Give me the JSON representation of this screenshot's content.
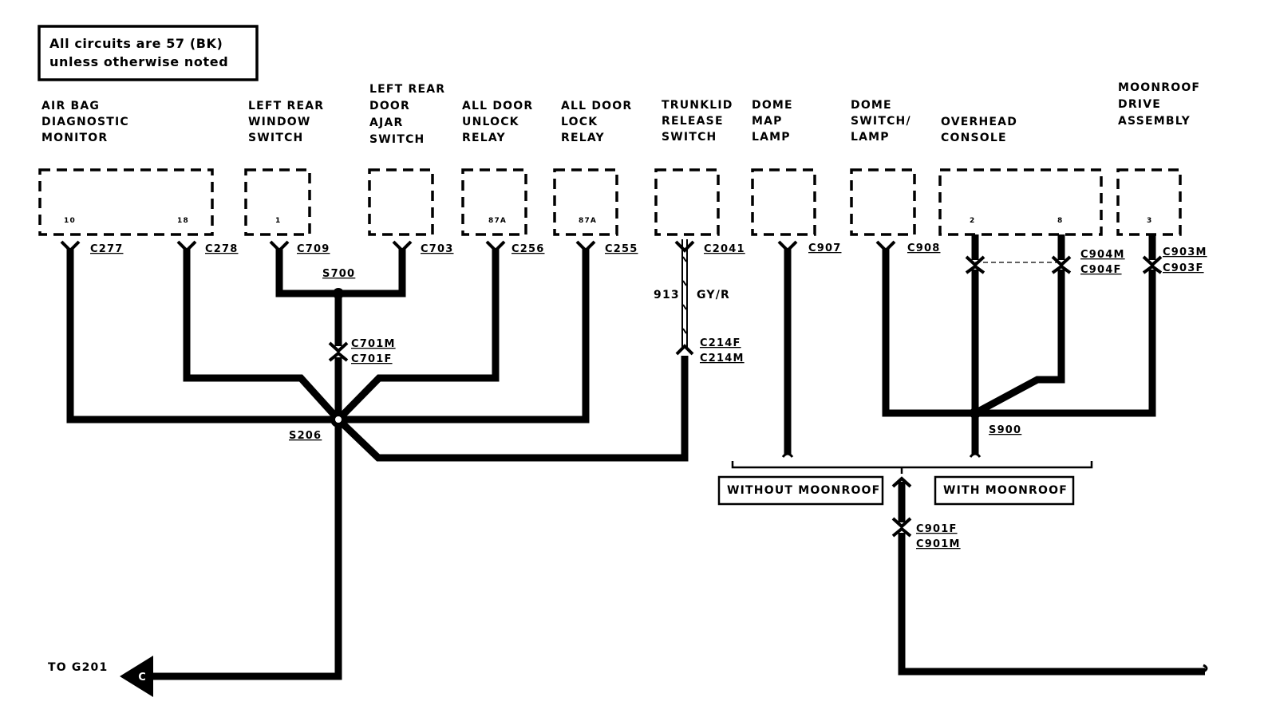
{
  "note": {
    "line1": "All circuits are 57 (BK)",
    "line2": "unless otherwise noted"
  },
  "components": [
    {
      "id": "airbag",
      "lines": [
        "AIR BAG",
        "DIAGNOSTIC",
        "MONITOR"
      ],
      "pins": [
        "10",
        "18"
      ],
      "connectors": [
        "C277",
        "C278"
      ]
    },
    {
      "id": "lr-window",
      "lines": [
        "LEFT REAR",
        "WINDOW",
        "SWITCH"
      ],
      "pins": [
        "1"
      ],
      "connectors": [
        "C709"
      ]
    },
    {
      "id": "lr-ajar",
      "lines": [
        "LEFT REAR",
        "DOOR",
        "AJAR",
        "SWITCH"
      ],
      "pins": [],
      "connectors": [
        "C703"
      ]
    },
    {
      "id": "unlock-relay",
      "lines": [
        "ALL DOOR",
        "UNLOCK",
        "RELAY"
      ],
      "pins": [
        "87A"
      ],
      "connectors": [
        "C256"
      ]
    },
    {
      "id": "lock-relay",
      "lines": [
        "ALL DOOR",
        "LOCK",
        "RELAY"
      ],
      "pins": [
        "87A"
      ],
      "connectors": [
        "C255"
      ]
    },
    {
      "id": "trunklid",
      "lines": [
        "TRUNKLID",
        "RELEASE",
        "SWITCH"
      ],
      "pins": [],
      "connectors": [
        "C2041"
      ]
    },
    {
      "id": "dome-map",
      "lines": [
        "DOME",
        "MAP",
        "LAMP"
      ],
      "pins": [],
      "connectors": [
        "C907"
      ]
    },
    {
      "id": "dome-switch",
      "lines": [
        "DOME",
        "SWITCH/",
        "LAMP"
      ],
      "pins": [],
      "connectors": [
        "C908"
      ]
    },
    {
      "id": "overhead",
      "lines": [
        "OVERHEAD",
        "CONSOLE"
      ],
      "pins": [
        "2",
        "8"
      ],
      "connectors": [
        "C904M",
        "C904F"
      ]
    },
    {
      "id": "moonroof",
      "lines": [
        "MOONROOF",
        "DRIVE",
        "ASSEMBLY"
      ],
      "pins": [
        "3"
      ],
      "connectors": [
        "C903M",
        "C903F"
      ]
    }
  ],
  "inline_connectors": {
    "c701m": "C701M",
    "c701f": "C701F",
    "c214f": "C214F",
    "c214m": "C214M",
    "c901f": "C901F",
    "c901m": "C901M"
  },
  "splices": {
    "s700": "S700",
    "s206": "S206",
    "s900": "S900"
  },
  "wire_labels": {
    "circuit": "913",
    "color": "GY/R"
  },
  "options": {
    "without": "WITHOUT MOONROOF",
    "with": "WITH MOONROOF"
  },
  "ground": {
    "label": "TO G201",
    "connector_letter": "C"
  }
}
